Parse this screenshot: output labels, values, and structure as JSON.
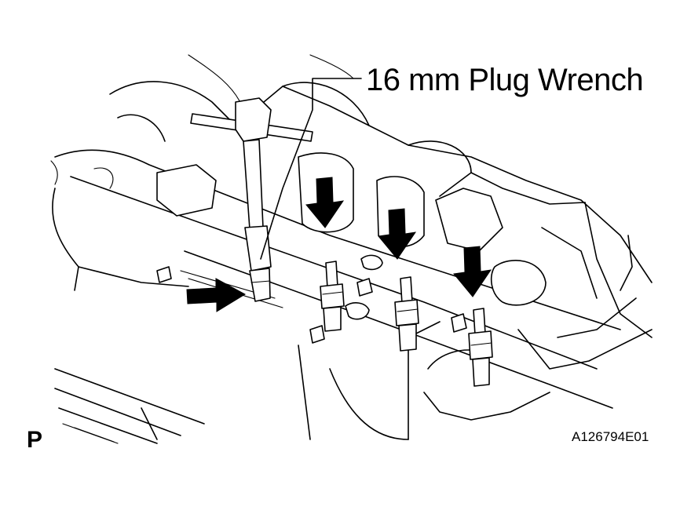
{
  "diagram": {
    "callout_label": "16 mm Plug Wrench",
    "corner_mark": "P",
    "figure_id": "A126794E01",
    "removal_arrow_count": 4,
    "icons": [
      "spark-plug-icon",
      "plug-wrench-icon",
      "down-arrow-icon",
      "right-arrow-icon"
    ]
  }
}
